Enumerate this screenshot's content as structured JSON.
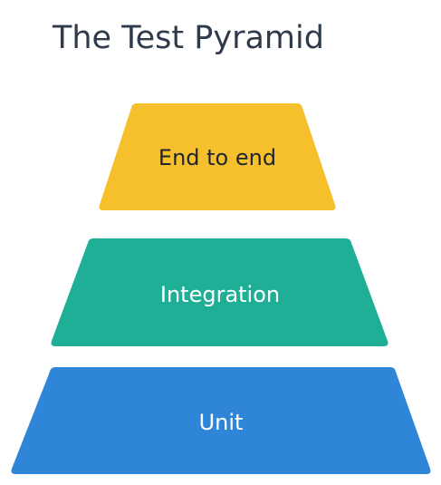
{
  "title": "The Test Pyramid",
  "tiers": [
    {
      "label": "End to end",
      "color": "#f6c02c",
      "text_color": "#1f2630"
    },
    {
      "label": "Integration",
      "color": "#1fae96",
      "text_color": "#ffffff"
    },
    {
      "label": "Unit",
      "color": "#2f86d8",
      "text_color": "#ffffff"
    }
  ]
}
